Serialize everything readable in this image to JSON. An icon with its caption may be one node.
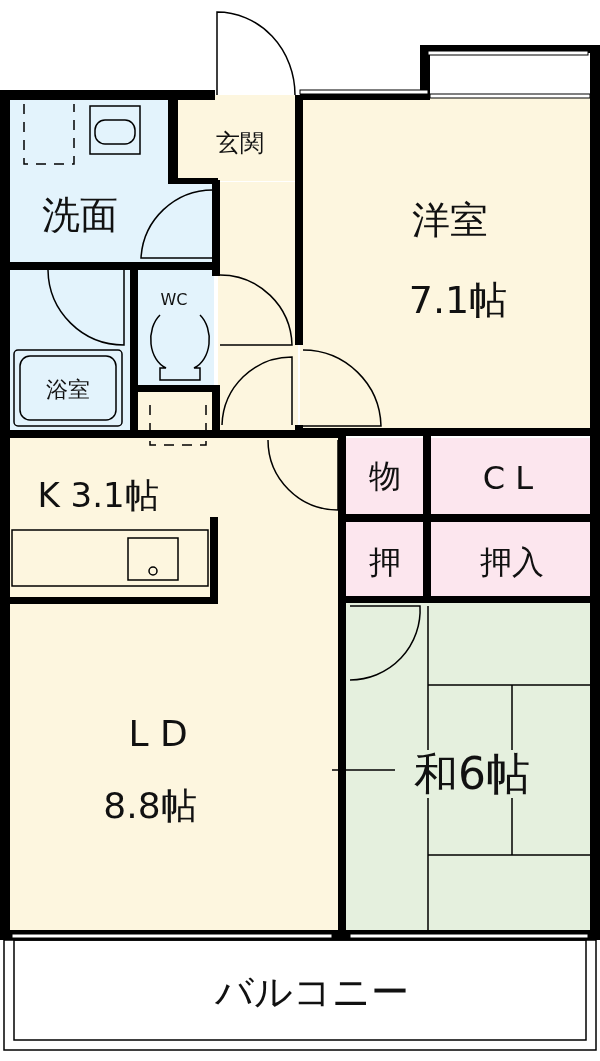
{
  "diagram": {
    "nodes": [
      {
        "text": [
          "洗面"
        ]
      },
      {
        "text": [
          "玄関"
        ]
      },
      {
        "text": [
          "洋室",
          "7.1帖"
        ]
      },
      {
        "text": [
          "WC"
        ]
      },
      {
        "text": [
          "浴室"
        ]
      },
      {
        "text": [
          "K 3.1帖"
        ]
      },
      {
        "text": [
          "物"
        ]
      },
      {
        "text": [
          "C L"
        ]
      },
      {
        "text": [
          "押"
        ]
      },
      {
        "text": [
          "押入"
        ]
      },
      {
        "text": [
          "L D",
          "8.8帖"
        ]
      },
      {
        "text": [
          "和6帖"
        ]
      },
      {
        "text": [
          "バルコニー"
        ]
      }
    ]
  }
}
